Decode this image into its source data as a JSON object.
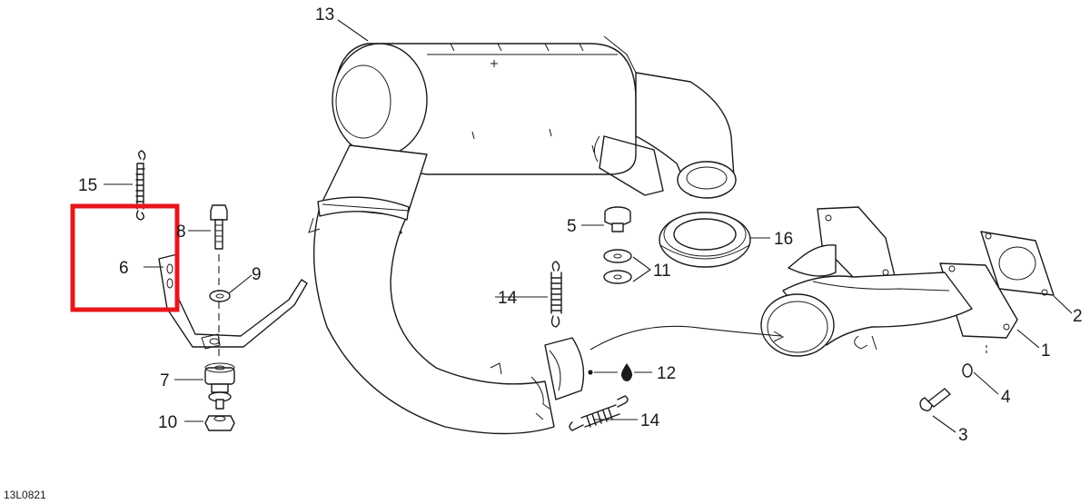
{
  "figure_code": "13L0821",
  "highlight_color": "#e8161b",
  "callouts": [
    {
      "id": "1",
      "text": "1"
    },
    {
      "id": "2",
      "text": "2"
    },
    {
      "id": "3",
      "text": "3"
    },
    {
      "id": "4",
      "text": "4"
    },
    {
      "id": "5",
      "text": "5"
    },
    {
      "id": "6",
      "text": "6"
    },
    {
      "id": "7",
      "text": "7"
    },
    {
      "id": "8",
      "text": "8"
    },
    {
      "id": "9",
      "text": "9"
    },
    {
      "id": "10",
      "text": "10"
    },
    {
      "id": "11",
      "text": "11"
    },
    {
      "id": "12",
      "text": "12"
    },
    {
      "id": "13",
      "text": "13"
    },
    {
      "id": "14a",
      "text": "14"
    },
    {
      "id": "14b",
      "text": "14"
    },
    {
      "id": "15",
      "text": "15"
    },
    {
      "id": "16",
      "text": "16"
    }
  ]
}
